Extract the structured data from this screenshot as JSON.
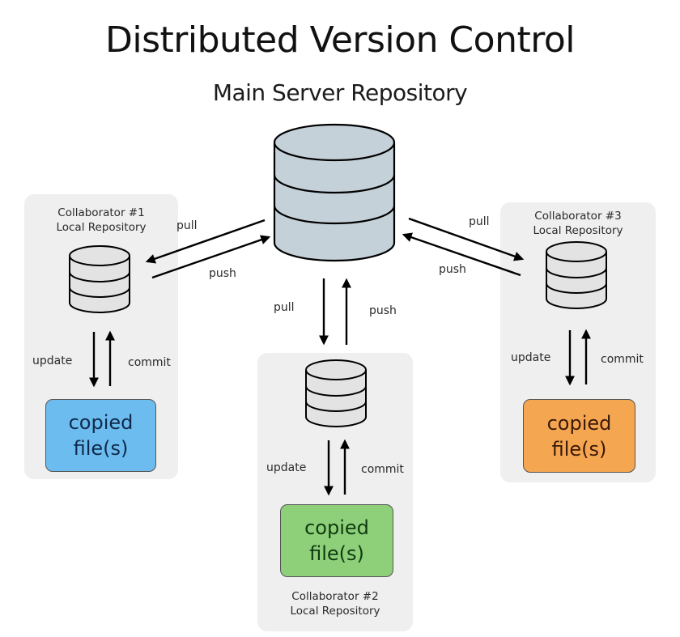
{
  "title": "Distributed Version Control",
  "server": {
    "label": "Main Server Repository",
    "icon": "database-icon",
    "color": "#c5d1d9"
  },
  "collaborators": [
    {
      "name": "Collaborator #1",
      "sub": "Local Repository",
      "to_server_label": "push",
      "from_server_label": "pull",
      "update_label": "update",
      "commit_label": "commit",
      "file_line1": "copied",
      "file_line2": "file(s)",
      "file_color": "#6cbcef",
      "file_text_color": "#0f2a4a"
    },
    {
      "name": "Collaborator #2",
      "sub": "Local Repository",
      "to_server_label": "push",
      "from_server_label": "pull",
      "update_label": "update",
      "commit_label": "commit",
      "file_line1": "copied",
      "file_line2": "file(s)",
      "file_color": "#8ed07a",
      "file_text_color": "#103a10"
    },
    {
      "name": "Collaborator #3",
      "sub": "Local Repository",
      "to_server_label": "push",
      "from_server_label": "pull",
      "update_label": "update",
      "commit_label": "commit",
      "file_line1": "copied",
      "file_line2": "file(s)",
      "file_color": "#f5a651",
      "file_text_color": "#3a1a08"
    }
  ]
}
